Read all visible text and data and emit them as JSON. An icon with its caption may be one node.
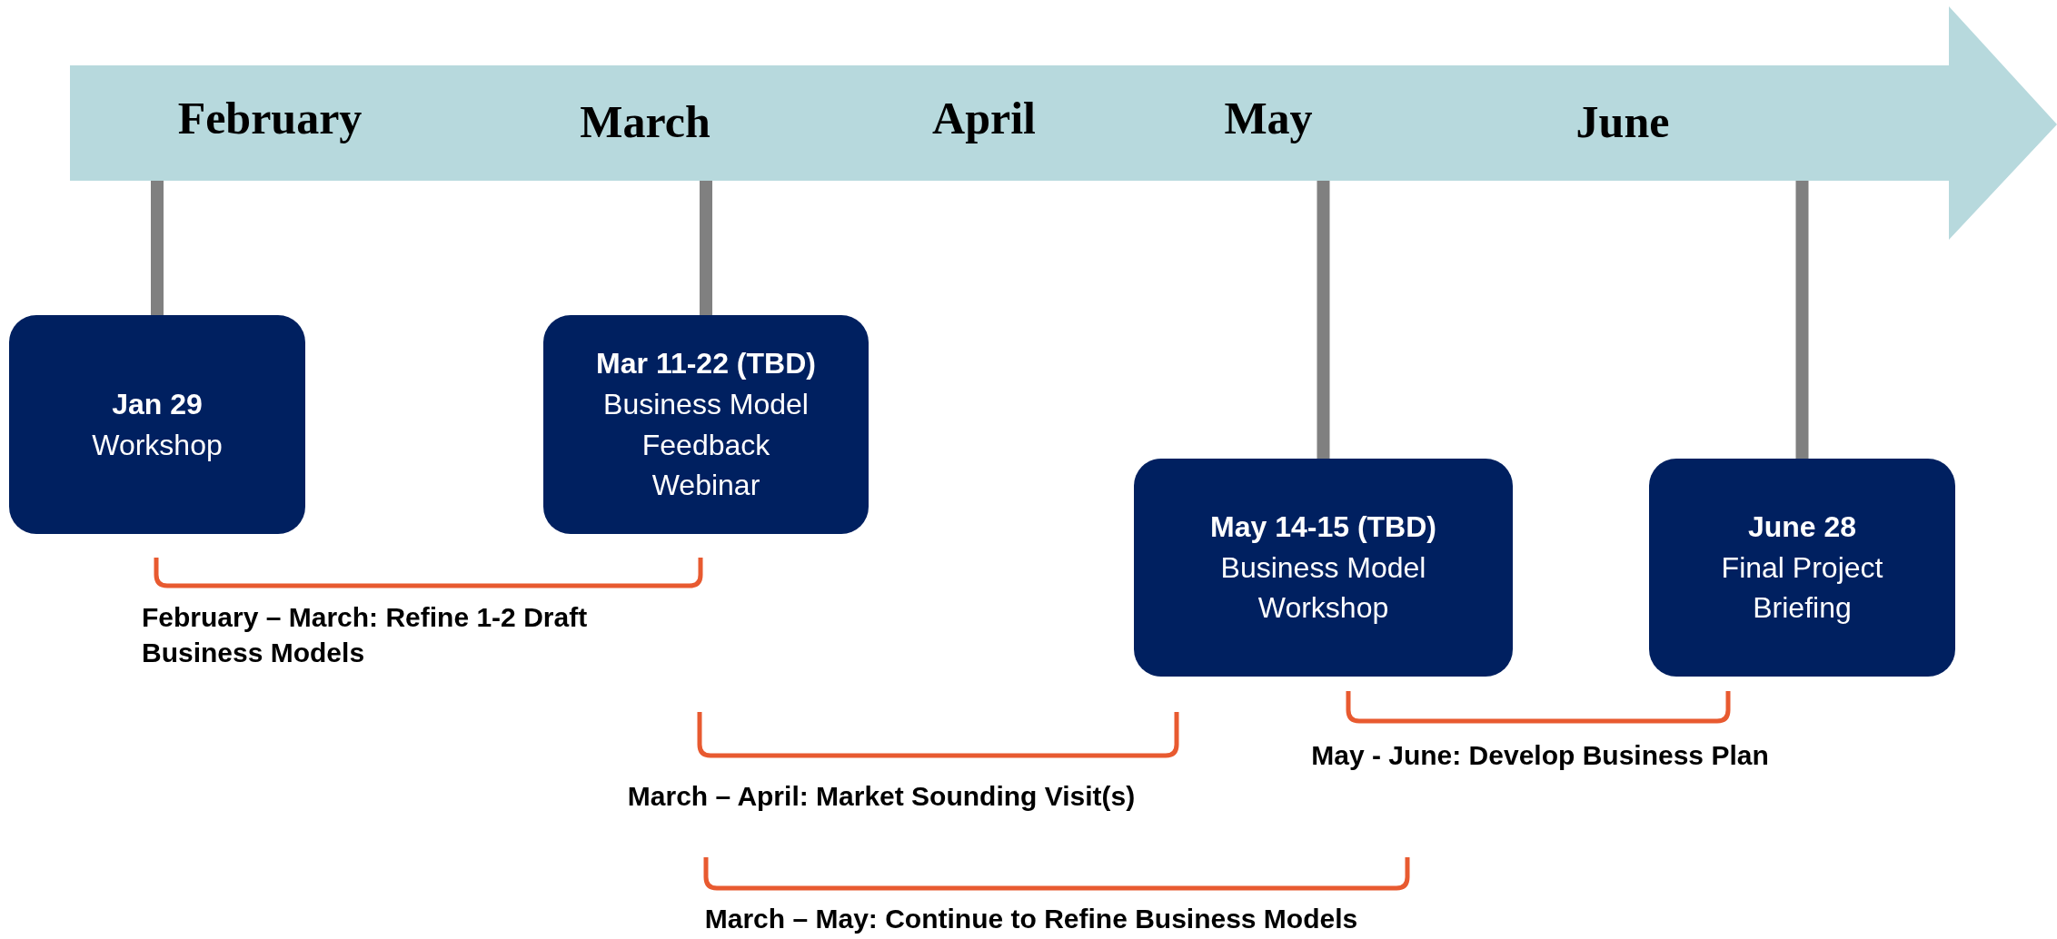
{
  "diagram": {
    "nodes": [
      {
        "text": [
          "February",
          "March",
          "April",
          "May",
          "June"
        ]
      },
      {
        "text": [
          "Jan 29",
          "Workshop"
        ]
      },
      {
        "text": [
          "Mar 11-22 (TBD)",
          "Business Model Feedback Webinar"
        ]
      },
      {
        "text": [
          "May 14-15 (TBD)",
          "Business Model Workshop"
        ]
      },
      {
        "text": [
          "June 28",
          "Final Project Briefing"
        ]
      }
    ],
    "edges": [
      {
        "from": 0,
        "to": 1,
        "arrow": "none"
      },
      {
        "from": 0,
        "to": 2,
        "arrow": "none"
      },
      {
        "from": 0,
        "to": 3,
        "arrow": "none"
      },
      {
        "from": 0,
        "to": 4,
        "arrow": "none"
      }
    ],
    "labels": [
      "February – March: Refine 1-2 Draft Business Models",
      "March – April: Market Sounding Visit(s)",
      "May - June: Develop Business Plan",
      "March – May: Continue to Refine Business Models"
    ]
  }
}
